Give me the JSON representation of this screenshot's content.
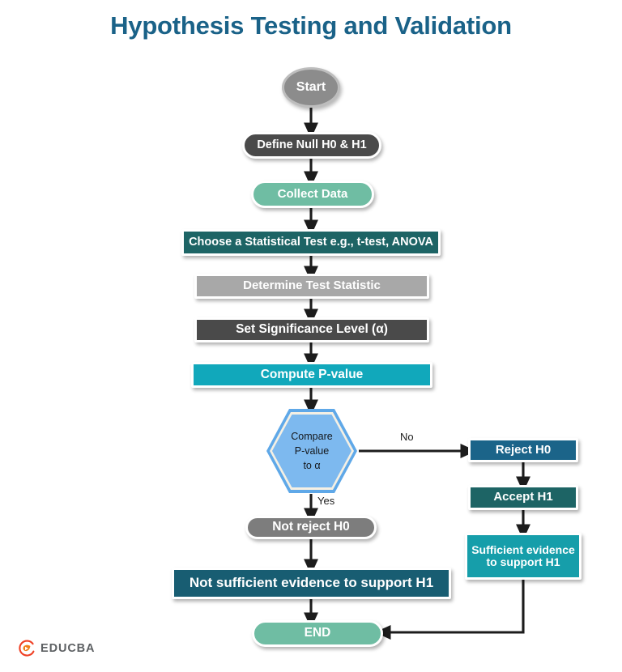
{
  "header": {
    "title": "Hypothesis Testing and Validation",
    "title_color": "#1a6288"
  },
  "flowchart": {
    "nodes": [
      {
        "id": "start",
        "label": "Start",
        "shape": "ellipse",
        "fill": "#8c8c8c",
        "text_color": "#ffffff"
      },
      {
        "id": "define",
        "label": "Define Null H0 & H1",
        "shape": "pill",
        "fill": "#4a4a4a",
        "text_color": "#ffffff"
      },
      {
        "id": "collect",
        "label": "Collect Data",
        "shape": "pill",
        "fill": "#6fbda3",
        "text_color": "#ffffff"
      },
      {
        "id": "choose",
        "label": "Choose a Statistical Test e.g., t-test, ANOVA",
        "shape": "rect",
        "fill": "#1d6465",
        "text_color": "#ffffff"
      },
      {
        "id": "determine",
        "label": "Determine Test Statistic",
        "shape": "rect",
        "fill": "#a8a8a8",
        "text_color": "#ffffff"
      },
      {
        "id": "significance",
        "label": "Set Significance Level (α)",
        "shape": "rect",
        "fill": "#4a4a4a",
        "text_color": "#ffffff"
      },
      {
        "id": "pvalue",
        "label": "Compute P-value",
        "shape": "rect",
        "fill": "#11a8bb",
        "text_color": "#ffffff"
      },
      {
        "id": "compare",
        "label": "Compare P-value to α",
        "shape": "hexagon",
        "fill": "#7db9ef",
        "text_color": "#15181c",
        "lines": [
          "Compare",
          "P-value",
          "to α"
        ]
      },
      {
        "id": "reject",
        "label": "Reject H0",
        "shape": "rect",
        "fill": "#1b6489",
        "text_color": "#ffffff"
      },
      {
        "id": "accept",
        "label": "Accept H1",
        "shape": "rect",
        "fill": "#1d6465",
        "text_color": "#ffffff"
      },
      {
        "id": "sufficient",
        "label": "Sufficient evidence to support H1",
        "shape": "rect",
        "fill": "#169eaa",
        "text_color": "#ffffff",
        "lines": [
          "Sufficient evidence",
          "to support H1"
        ]
      },
      {
        "id": "notreject",
        "label": "Not reject H0",
        "shape": "pill",
        "fill": "#7d7d7d",
        "text_color": "#ffffff"
      },
      {
        "id": "notsufficient",
        "label": "Not sufficient evidence to support H1",
        "shape": "rect",
        "fill": "#185d72",
        "text_color": "#ffffff"
      },
      {
        "id": "end",
        "label": "END",
        "shape": "pill",
        "fill": "#6fbda3",
        "text_color": "#ffffff"
      }
    ],
    "edge_labels": [
      {
        "id": "no",
        "text": "No"
      },
      {
        "id": "yes",
        "text": "Yes"
      }
    ],
    "connector_color": "#1c1c1c"
  },
  "branding": {
    "name": "EDUCBA",
    "mark_color_outer": "#ef3f23",
    "mark_color_inner": "#f07f1a",
    "icon": "educba-play-circle-icon"
  }
}
